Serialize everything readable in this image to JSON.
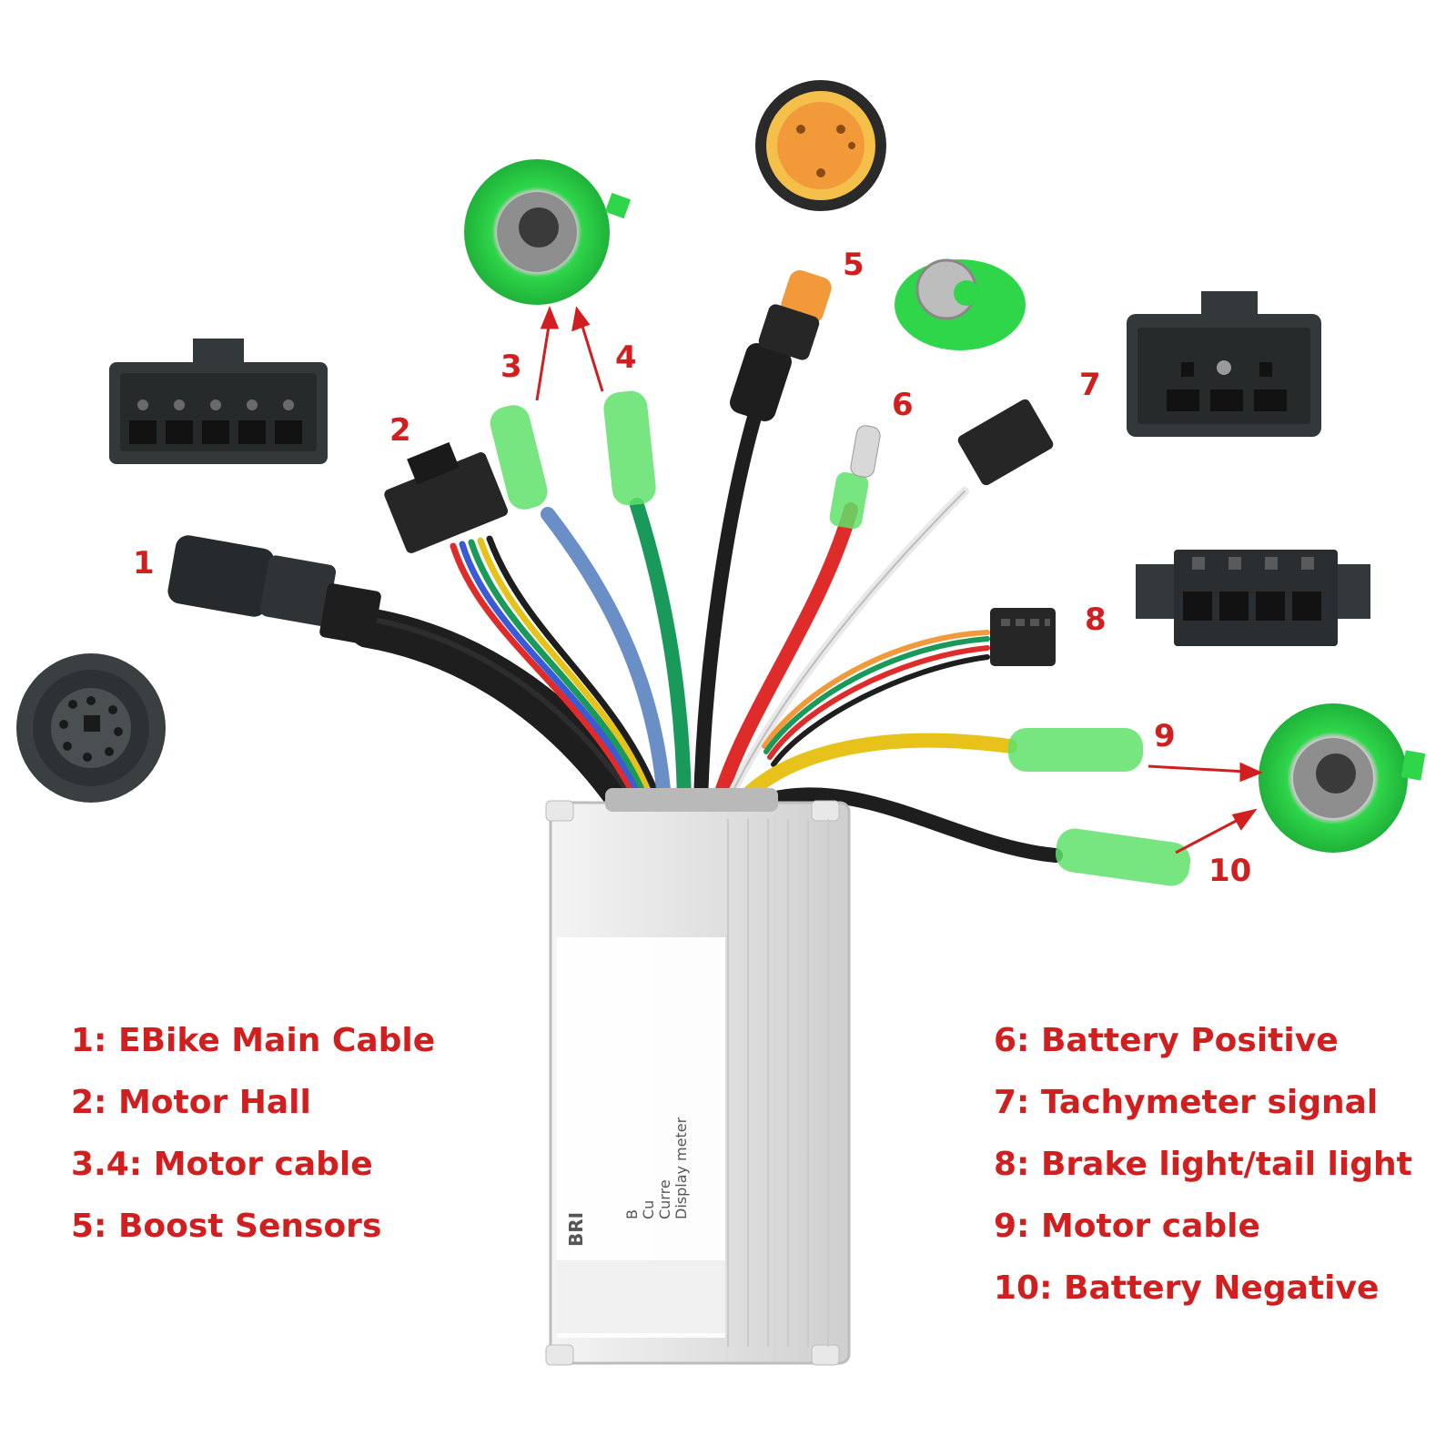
{
  "colors": {
    "label": "#d11f1f",
    "connector_dark": "#2f3335",
    "connector_green": "#2fd64a",
    "connector_orange": "#f29a3a",
    "housing": "#e6e6e6",
    "wire_black": "#1e1e1e",
    "wire_blue": "#6a8fc7",
    "wire_green": "#1a9a5a",
    "wire_red": "#e02b2b",
    "wire_yellow": "#e6c21a",
    "wire_white": "#e9e9e9"
  },
  "callouts": {
    "c1": "1",
    "c2": "2",
    "c3": "3",
    "c4": "4",
    "c5": "5",
    "c6": "6",
    "c7": "7",
    "c8": "8",
    "c9": "9",
    "c10": "10"
  },
  "legend_left": [
    "1:  EBike Main Cable",
    "2:  Motor Hall",
    "3.4: Motor cable",
    "5: Boost Sensors"
  ],
  "legend_right": [
    "6: Battery Positive",
    "7: Tachymeter signal",
    "8: Brake light/tail light",
    "9: Motor cable",
    "10: Battery Negative"
  ],
  "controller_label": {
    "brand": "BRI",
    "line1": "B",
    "line2": "Cu",
    "line3": "Curre",
    "line4": "Display meter"
  }
}
